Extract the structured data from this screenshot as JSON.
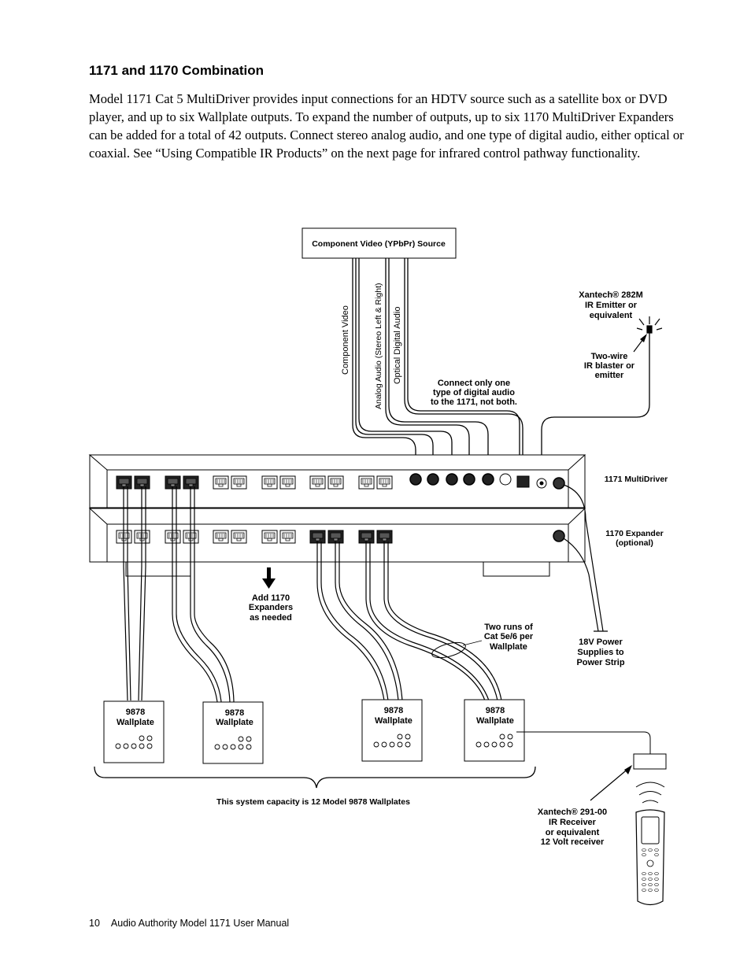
{
  "heading": "1171 and 1170 Combination",
  "paragraph": "Model 1171 Cat 5 MultiDriver provides input connections for an HDTV source such as a satellite box or DVD player, and up to six Wallplate outputs. To expand the number of outputs, up to six 1170 MultiDriver Expanders can be added for a total of 42 outputs. Connect stereo analog audio, and one type of digital audio, either optical or coaxial. See “Using Compatible IR Products” on the next page for infrared control pathway functionality.",
  "diagram": {
    "source_box": "Component Video (YPbPr) Source",
    "cable_component": "Component Video",
    "cable_analog": "Analog Audio (Stereo Left & Right)",
    "cable_optical": "Optical Digital Audio",
    "emitter_l1": "Xantech® 282M",
    "emitter_l2": "IR Emitter or",
    "emitter_l3": "equivalent",
    "blaster_l1": "Two-wire",
    "blaster_l2": "IR blaster or",
    "blaster_l3": "emitter",
    "digital_l1": "Connect only one",
    "digital_l2": "type of digital audio",
    "digital_l3": "to the 1171, not both.",
    "multidriver": "1171 MultiDriver",
    "expander_l1": "1170 Expander",
    "expander_l2": "(optional)",
    "add_l1": "Add 1170",
    "add_l2": "Expanders",
    "add_l3": "as needed",
    "runs_l1": "Two runs of",
    "runs_l2": "Cat 5e/6 per",
    "runs_l3": "Wallplate",
    "power_l1": "18V Power",
    "power_l2": "Supplies to",
    "power_l3": "Power Strip",
    "wallplate_model": "9878",
    "wallplate_name": "Wallplate",
    "capacity": "This system capacity is 12 Model 9878 Wallplates",
    "receiver_l1": "Xantech® 291-00",
    "receiver_l2": "IR Receiver",
    "receiver_l3": "or equivalent",
    "receiver_l4": "12 Volt receiver"
  },
  "footer": {
    "page_number": "10",
    "manual_title": "Audio Authority Model 1171 User Manual"
  }
}
